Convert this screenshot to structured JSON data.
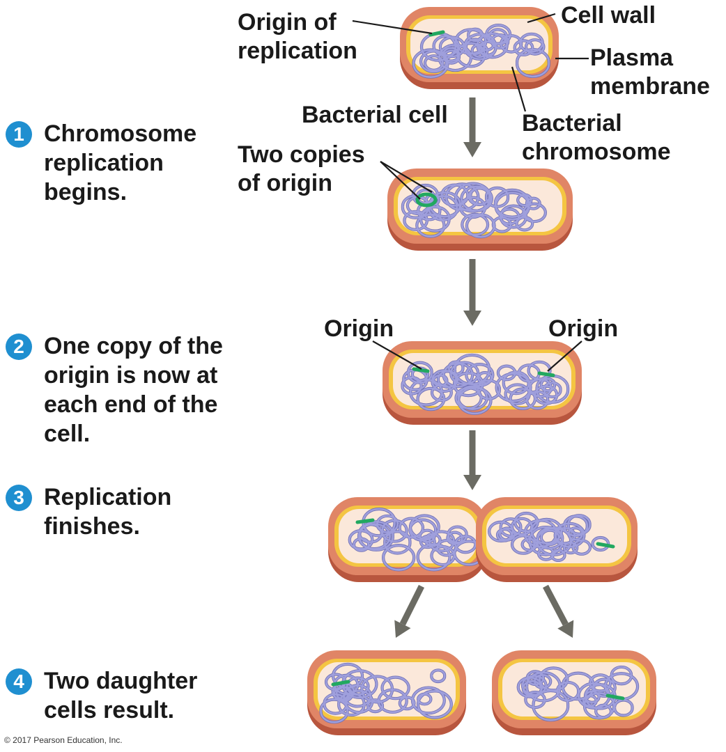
{
  "colors": {
    "cell_wall": "#e08566",
    "cell_wall_edge": "#b8563e",
    "membrane": "#f4c542",
    "cytoplasm": "#fbe8da",
    "chromosome": "#9f9fdc",
    "chromosome_edge": "#6f6fb3",
    "origin": "#22a860",
    "arrow": "#6b6b63",
    "step_badge": "#1f8fd0"
  },
  "steps": [
    {
      "number": "1",
      "lines": [
        "Chromosome",
        "replication",
        "begins."
      ]
    },
    {
      "number": "2",
      "lines": [
        "One copy of the",
        "origin is now at",
        "each end of the",
        "cell."
      ]
    },
    {
      "number": "3",
      "lines": [
        "Replication",
        "finishes."
      ]
    },
    {
      "number": "4",
      "lines": [
        "Two daughter",
        "cells result."
      ]
    }
  ],
  "labels": {
    "origin_of_replication": [
      "Origin of",
      "replication"
    ],
    "cell_wall": "Cell wall",
    "plasma_membrane": [
      "Plasma",
      "membrane"
    ],
    "bacterial_cell": "Bacterial cell",
    "bacterial_chromosome": [
      "Bacterial",
      "chromosome"
    ],
    "two_copies_of_origin": [
      "Two copies",
      "of origin"
    ],
    "origin_left": "Origin",
    "origin_right": "Origin"
  },
  "copyright": "© 2017 Pearson Education, Inc."
}
